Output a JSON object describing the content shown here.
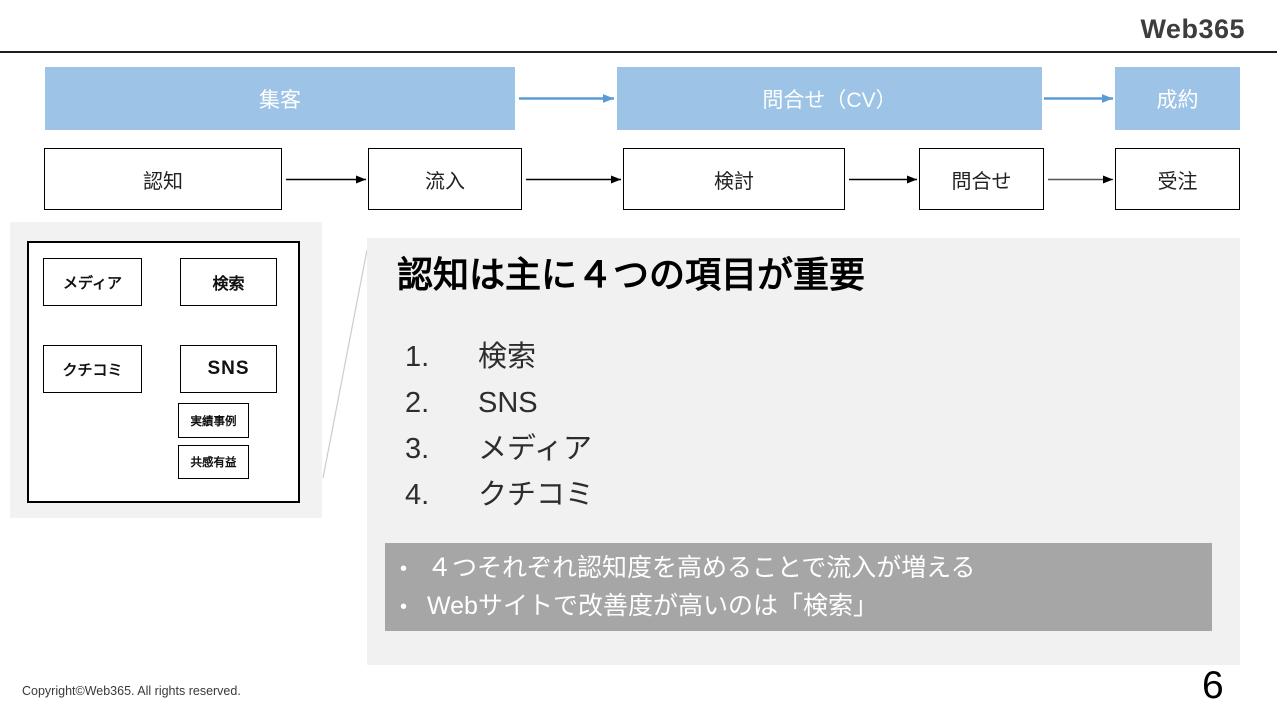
{
  "header": {
    "brand": "Web365"
  },
  "funnel": {
    "stages": [
      {
        "label": "集客"
      },
      {
        "label": "問合せ（CV）"
      },
      {
        "label": "成約"
      }
    ],
    "steps": [
      {
        "label": "認知"
      },
      {
        "label": "流入"
      },
      {
        "label": "検討"
      },
      {
        "label": "問合せ"
      },
      {
        "label": "受注"
      }
    ]
  },
  "callout": {
    "boxes": [
      {
        "label": "メディア"
      },
      {
        "label": "検索"
      },
      {
        "label": "クチコミ"
      },
      {
        "label": "SNS"
      },
      {
        "label": "実績事例"
      },
      {
        "label": "共感有益"
      }
    ]
  },
  "content": {
    "title": "認知は主に４つの項目が重要",
    "bullet": "•",
    "list": [
      {
        "num": "1.",
        "text": "検索"
      },
      {
        "num": "2.",
        "text": "SNS"
      },
      {
        "num": "3.",
        "text": "メディア"
      },
      {
        "num": "4.",
        "text": "クチコミ"
      }
    ],
    "notes": [
      "４つそれぞれ認知度を高めることで流入が増える",
      "Webサイトで改善度が高いのは「検索」"
    ]
  },
  "footer": {
    "copyright": "Copyright©Web365. All rights reserved.",
    "page_number": "6"
  },
  "colors": {
    "stage_blue": "#9DC3E6",
    "arrow_blue": "#5B9BD5",
    "content_gray": "#F1F1F1",
    "notes_gray": "#A6A6A6",
    "line_black": "#1F1F1F"
  }
}
